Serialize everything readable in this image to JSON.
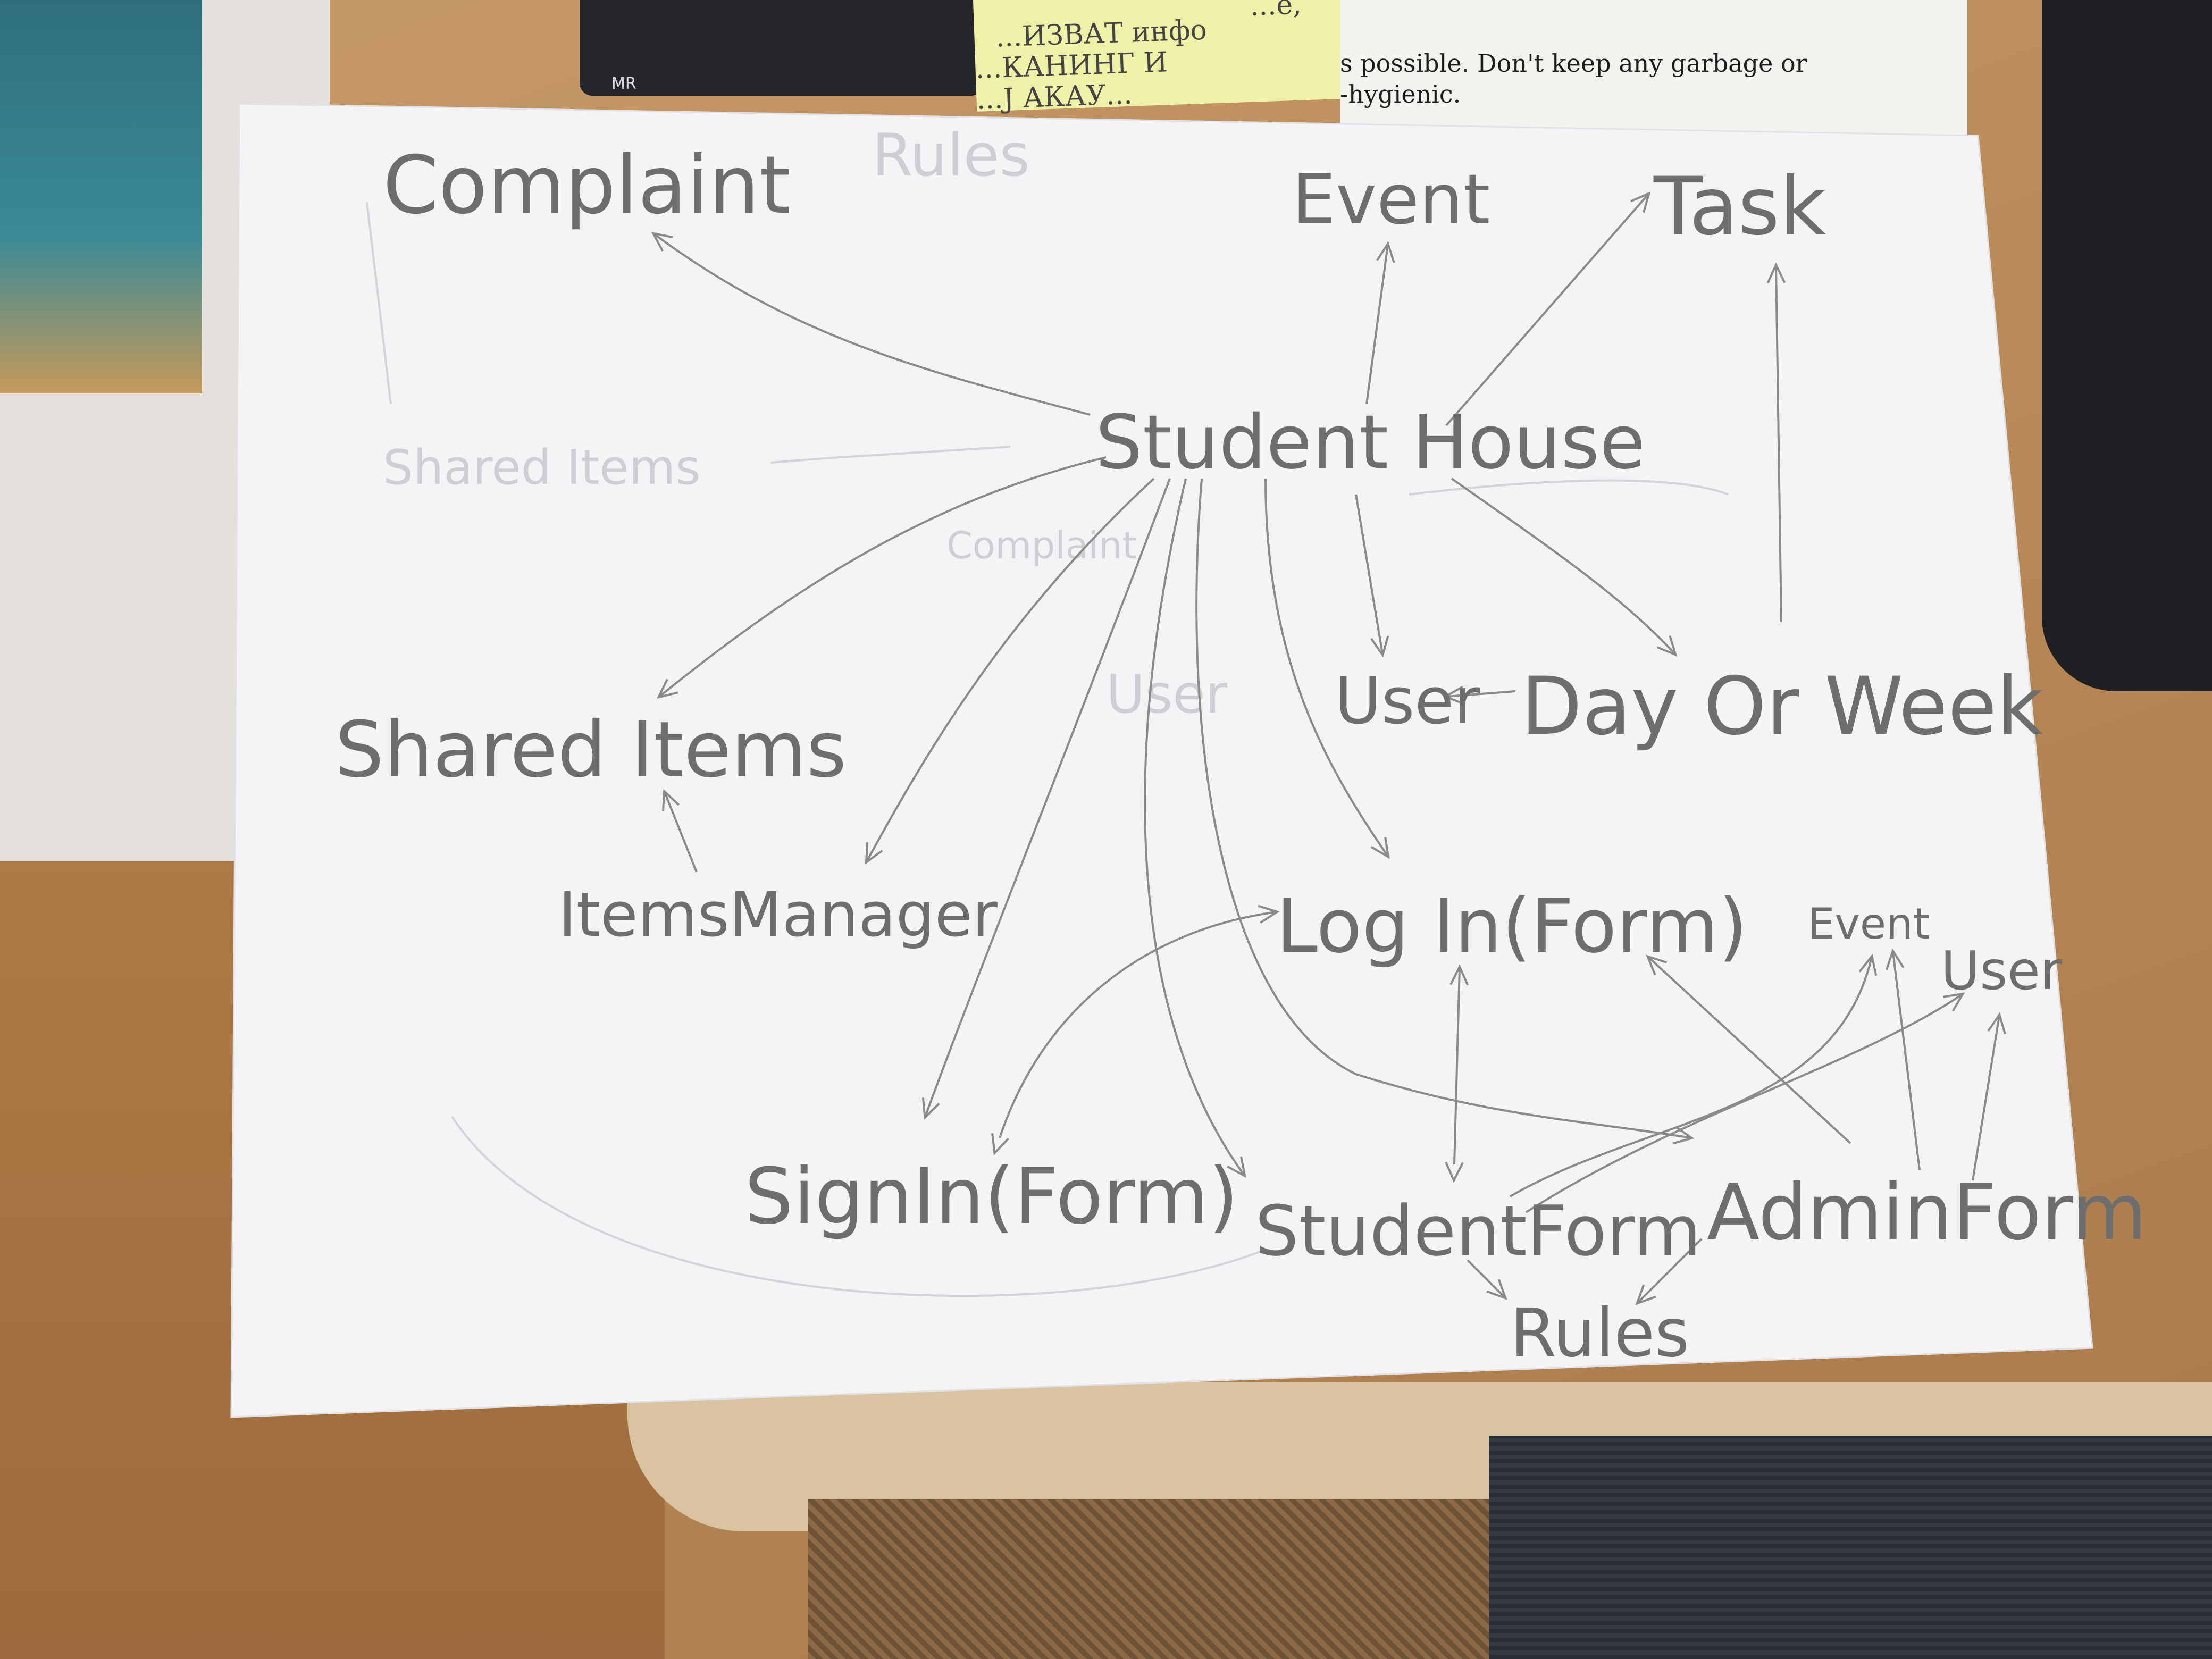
{
  "background": {
    "sticky_note_lines": [
      "...е,",
      "...ИЗВАТ инфо",
      "...КАНИНГ И",
      "...Ј АКАУ..."
    ],
    "printed_page_lines": [
      "s possible. Don't keep any garbage or",
      "-hygienic."
    ],
    "calculator_key": "MR"
  },
  "diagram": {
    "nodes": [
      {
        "id": "complaint",
        "label": "Complaint"
      },
      {
        "id": "event_top",
        "label": "Event"
      },
      {
        "id": "task",
        "label": "Task"
      },
      {
        "id": "student_house",
        "label": "Student House"
      },
      {
        "id": "user_mid",
        "label": "User"
      },
      {
        "id": "day_or_week",
        "label": "Day Or Week"
      },
      {
        "id": "shared_items",
        "label": "Shared Items"
      },
      {
        "id": "items_manager",
        "label": "ItemsManager"
      },
      {
        "id": "log_in_form",
        "label": "Log In(Form)"
      },
      {
        "id": "event_small",
        "label": "Event"
      },
      {
        "id": "user_small",
        "label": "User"
      },
      {
        "id": "sign_in_form",
        "label": "SignIn(Form)"
      },
      {
        "id": "student_form",
        "label": "StudentForm"
      },
      {
        "id": "admin_form",
        "label": "AdminForm"
      },
      {
        "id": "rules",
        "label": "Rules"
      }
    ],
    "edges": [
      {
        "from": "student_house",
        "to": "complaint"
      },
      {
        "from": "student_house",
        "to": "event_top"
      },
      {
        "from": "student_house",
        "to": "task"
      },
      {
        "from": "student_house",
        "to": "shared_items"
      },
      {
        "from": "student_house",
        "to": "items_manager"
      },
      {
        "from": "student_house",
        "to": "sign_in_form"
      },
      {
        "from": "student_house",
        "to": "student_form"
      },
      {
        "from": "student_house",
        "to": "log_in_form"
      },
      {
        "from": "student_house",
        "to": "user_mid"
      },
      {
        "from": "student_house",
        "to": "day_or_week"
      },
      {
        "from": "student_house",
        "to": "admin_form"
      },
      {
        "from": "day_or_week",
        "to": "user_mid"
      },
      {
        "from": "day_or_week",
        "to": "task"
      },
      {
        "from": "items_manager",
        "to": "shared_items"
      },
      {
        "from": "sign_in_form",
        "to": "log_in_form",
        "bidirectional": true
      },
      {
        "from": "student_form",
        "to": "log_in_form",
        "bidirectional": true
      },
      {
        "from": "admin_form",
        "to": "log_in_form"
      },
      {
        "from": "student_form",
        "to": "event_small"
      },
      {
        "from": "student_form",
        "to": "user_small"
      },
      {
        "from": "admin_form",
        "to": "event_small"
      },
      {
        "from": "admin_form",
        "to": "user_small"
      },
      {
        "from": "student_form",
        "to": "rules"
      },
      {
        "from": "admin_form",
        "to": "rules"
      }
    ],
    "erased_labels": [
      "Rules",
      "Shared Items",
      "Complaint",
      "User"
    ]
  },
  "colors": {
    "pencil": "#7a7a7a",
    "paper": "#f4f4f7",
    "desk": "#b98a5c"
  }
}
